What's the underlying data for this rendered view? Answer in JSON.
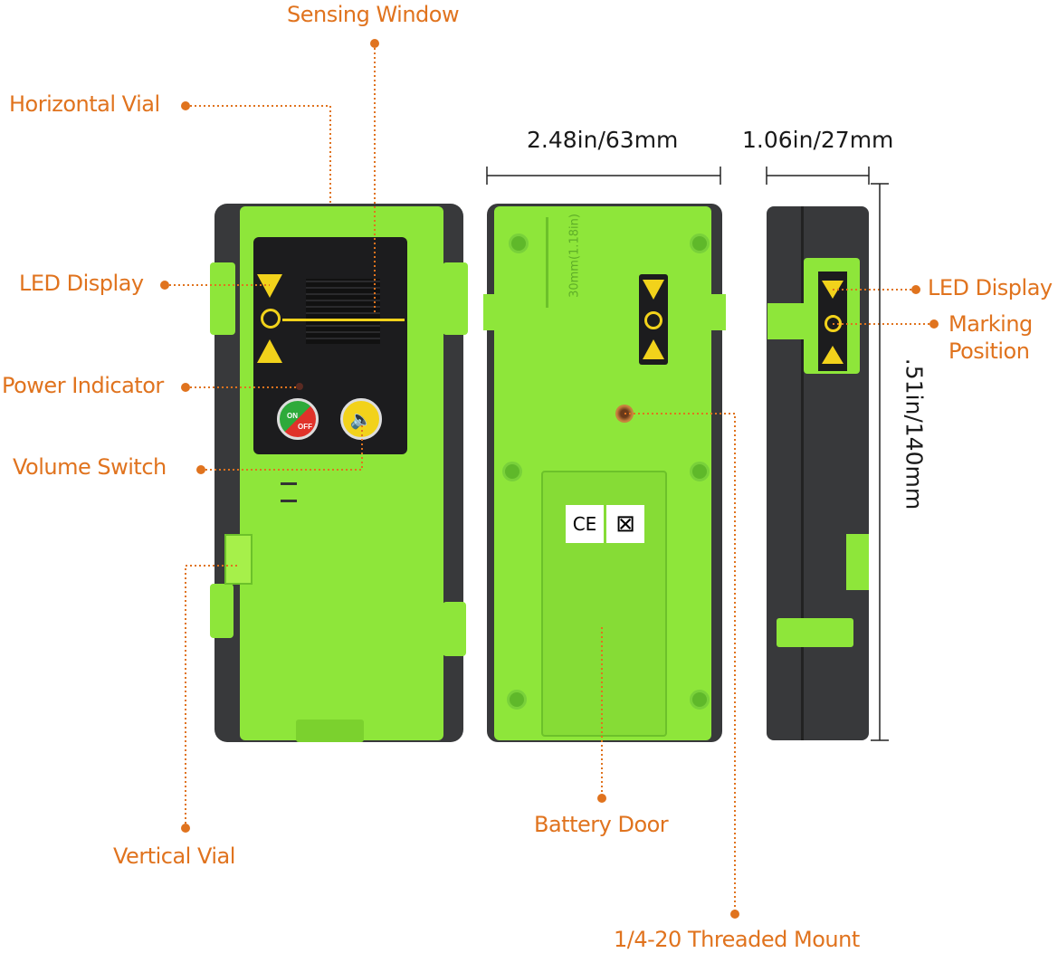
{
  "labels": {
    "sensing_window": "Sensing Window",
    "horizontal_vial": "Horizontal Vial",
    "led_display_front": "LED Display",
    "power_indicator": "Power Indicator",
    "volume_switch": "Volume Switch",
    "vertical_vial": "Vertical Vial",
    "battery_door": "Battery Door",
    "threaded_mount": "1/4-20 Threaded Mount",
    "led_display_side": "LED Display",
    "marking_position_line1": "Marking",
    "marking_position_line2": "Position"
  },
  "dimensions": {
    "width": "2.48in/63mm",
    "depth": "1.06in/27mm",
    "height": ".51in/140mm",
    "back_scale": "30mm(1.18in)"
  },
  "buttons": {
    "power_on": "ON",
    "power_off": "OFF"
  },
  "marks": {
    "ce": "CE"
  },
  "colors": {
    "accent": "#e0731e",
    "body_green": "#8ee63a",
    "body_dark": "#38393b"
  }
}
